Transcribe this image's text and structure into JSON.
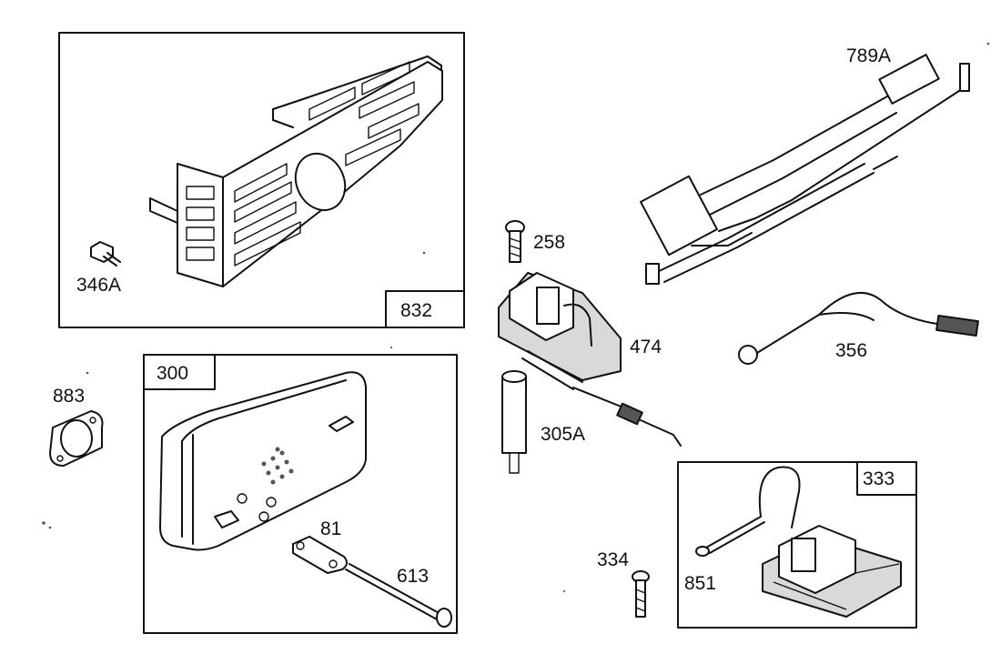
{
  "parts": {
    "p346a": "346A",
    "p832": "832",
    "p300": "300",
    "p883": "883",
    "p81": "81",
    "p613": "613",
    "p258": "258",
    "p474": "474",
    "p305a": "305A",
    "p334": "334",
    "p789a": "789A",
    "p356": "356",
    "p333": "333",
    "p851": "851"
  }
}
